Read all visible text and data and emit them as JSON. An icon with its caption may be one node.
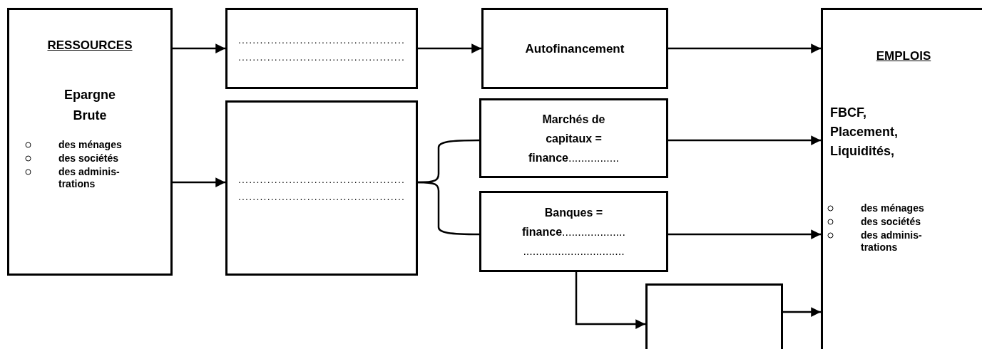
{
  "diagram": {
    "nodes": [
      {
        "text": [
          "RESSOURCES",
          "Epargne Brute",
          "des ménages",
          "des sociétés",
          "des adminis- trations"
        ]
      },
      {
        "text": [
          "..............................................",
          ".............................................."
        ]
      },
      {
        "text": [
          "..............................................",
          ".............................................."
        ]
      },
      {
        "text": [
          "Autofinancement"
        ]
      },
      {
        "text": [
          "**Marchés de capitaux = finance**................"
        ]
      },
      {
        "text": [
          "**Banques = finance**.................... ................................"
        ]
      },
      {
        "text": [],
        "shape": "box"
      },
      {
        "text": [
          "EMPLOIS",
          "FBCF, Placement, Liquidités,",
          "des ménages",
          "des sociétés",
          "des adminis- trations"
        ]
      }
    ],
    "edges": [
      {
        "from": 0,
        "to": 1,
        "arrow": "to"
      },
      {
        "from": 1,
        "to": 3,
        "arrow": "to"
      },
      {
        "from": 3,
        "to": 7,
        "arrow": "to"
      },
      {
        "from": 0,
        "to": 2,
        "arrow": "to"
      },
      {
        "from": 2,
        "to": 4,
        "arrow": "none"
      },
      {
        "from": 2,
        "to": 5,
        "arrow": "none"
      },
      {
        "from": 4,
        "to": 7,
        "arrow": "to"
      },
      {
        "from": 5,
        "to": 7,
        "arrow": "to"
      },
      {
        "from": 5,
        "to": 6,
        "arrow": "to"
      },
      {
        "from": 6,
        "to": 7,
        "arrow": "to"
      }
    ]
  }
}
